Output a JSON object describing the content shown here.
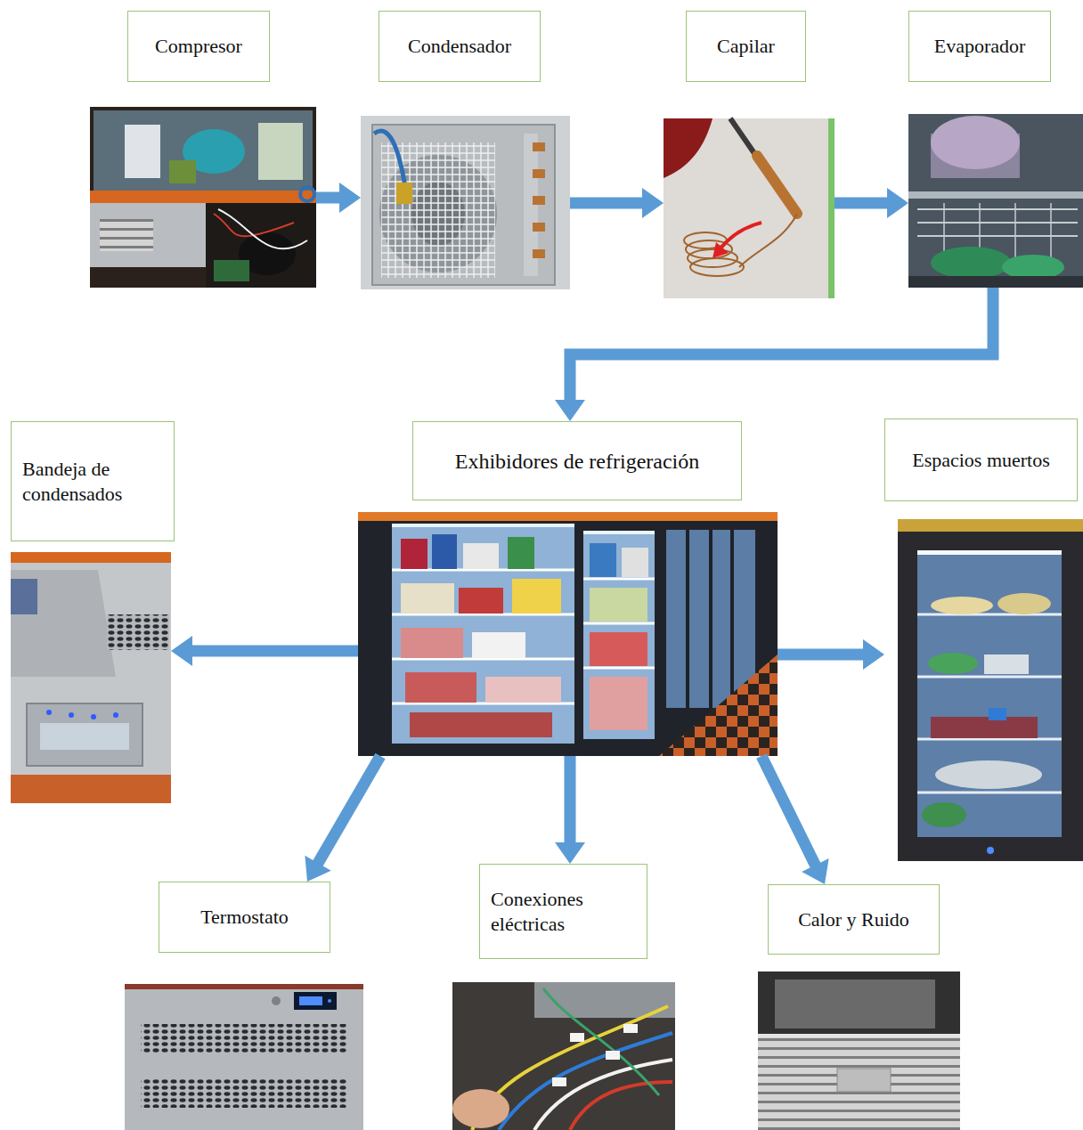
{
  "diagram": {
    "nodes": [
      {
        "text": [
          "Compresor"
        ]
      },
      {
        "text": [
          "Condensador"
        ]
      },
      {
        "text": [
          "Capilar"
        ]
      },
      {
        "text": [
          "Evaporador"
        ]
      },
      {
        "text": [
          "Exhibidores de refrigeración"
        ]
      },
      {
        "text": [
          "Bandeja de condensados"
        ]
      },
      {
        "text": [
          "Espacios muertos"
        ]
      },
      {
        "text": [
          "Termostato"
        ]
      },
      {
        "text": [
          "Conexiones eléctricas"
        ]
      },
      {
        "text": [
          "Calor y Ruido"
        ]
      }
    ],
    "edges": [
      {
        "from": 0,
        "to": 1,
        "arrow": "to"
      },
      {
        "from": 1,
        "to": 2,
        "arrow": "to"
      },
      {
        "from": 2,
        "to": 3,
        "arrow": "to"
      },
      {
        "from": 3,
        "to": 4,
        "arrow": "to"
      },
      {
        "from": 4,
        "to": 5,
        "arrow": "to"
      },
      {
        "from": 4,
        "to": 6,
        "arrow": "to"
      },
      {
        "from": 4,
        "to": 7,
        "arrow": "to"
      },
      {
        "from": 4,
        "to": 8,
        "arrow": "to"
      },
      {
        "from": 4,
        "to": 9,
        "arrow": "to"
      }
    ]
  }
}
